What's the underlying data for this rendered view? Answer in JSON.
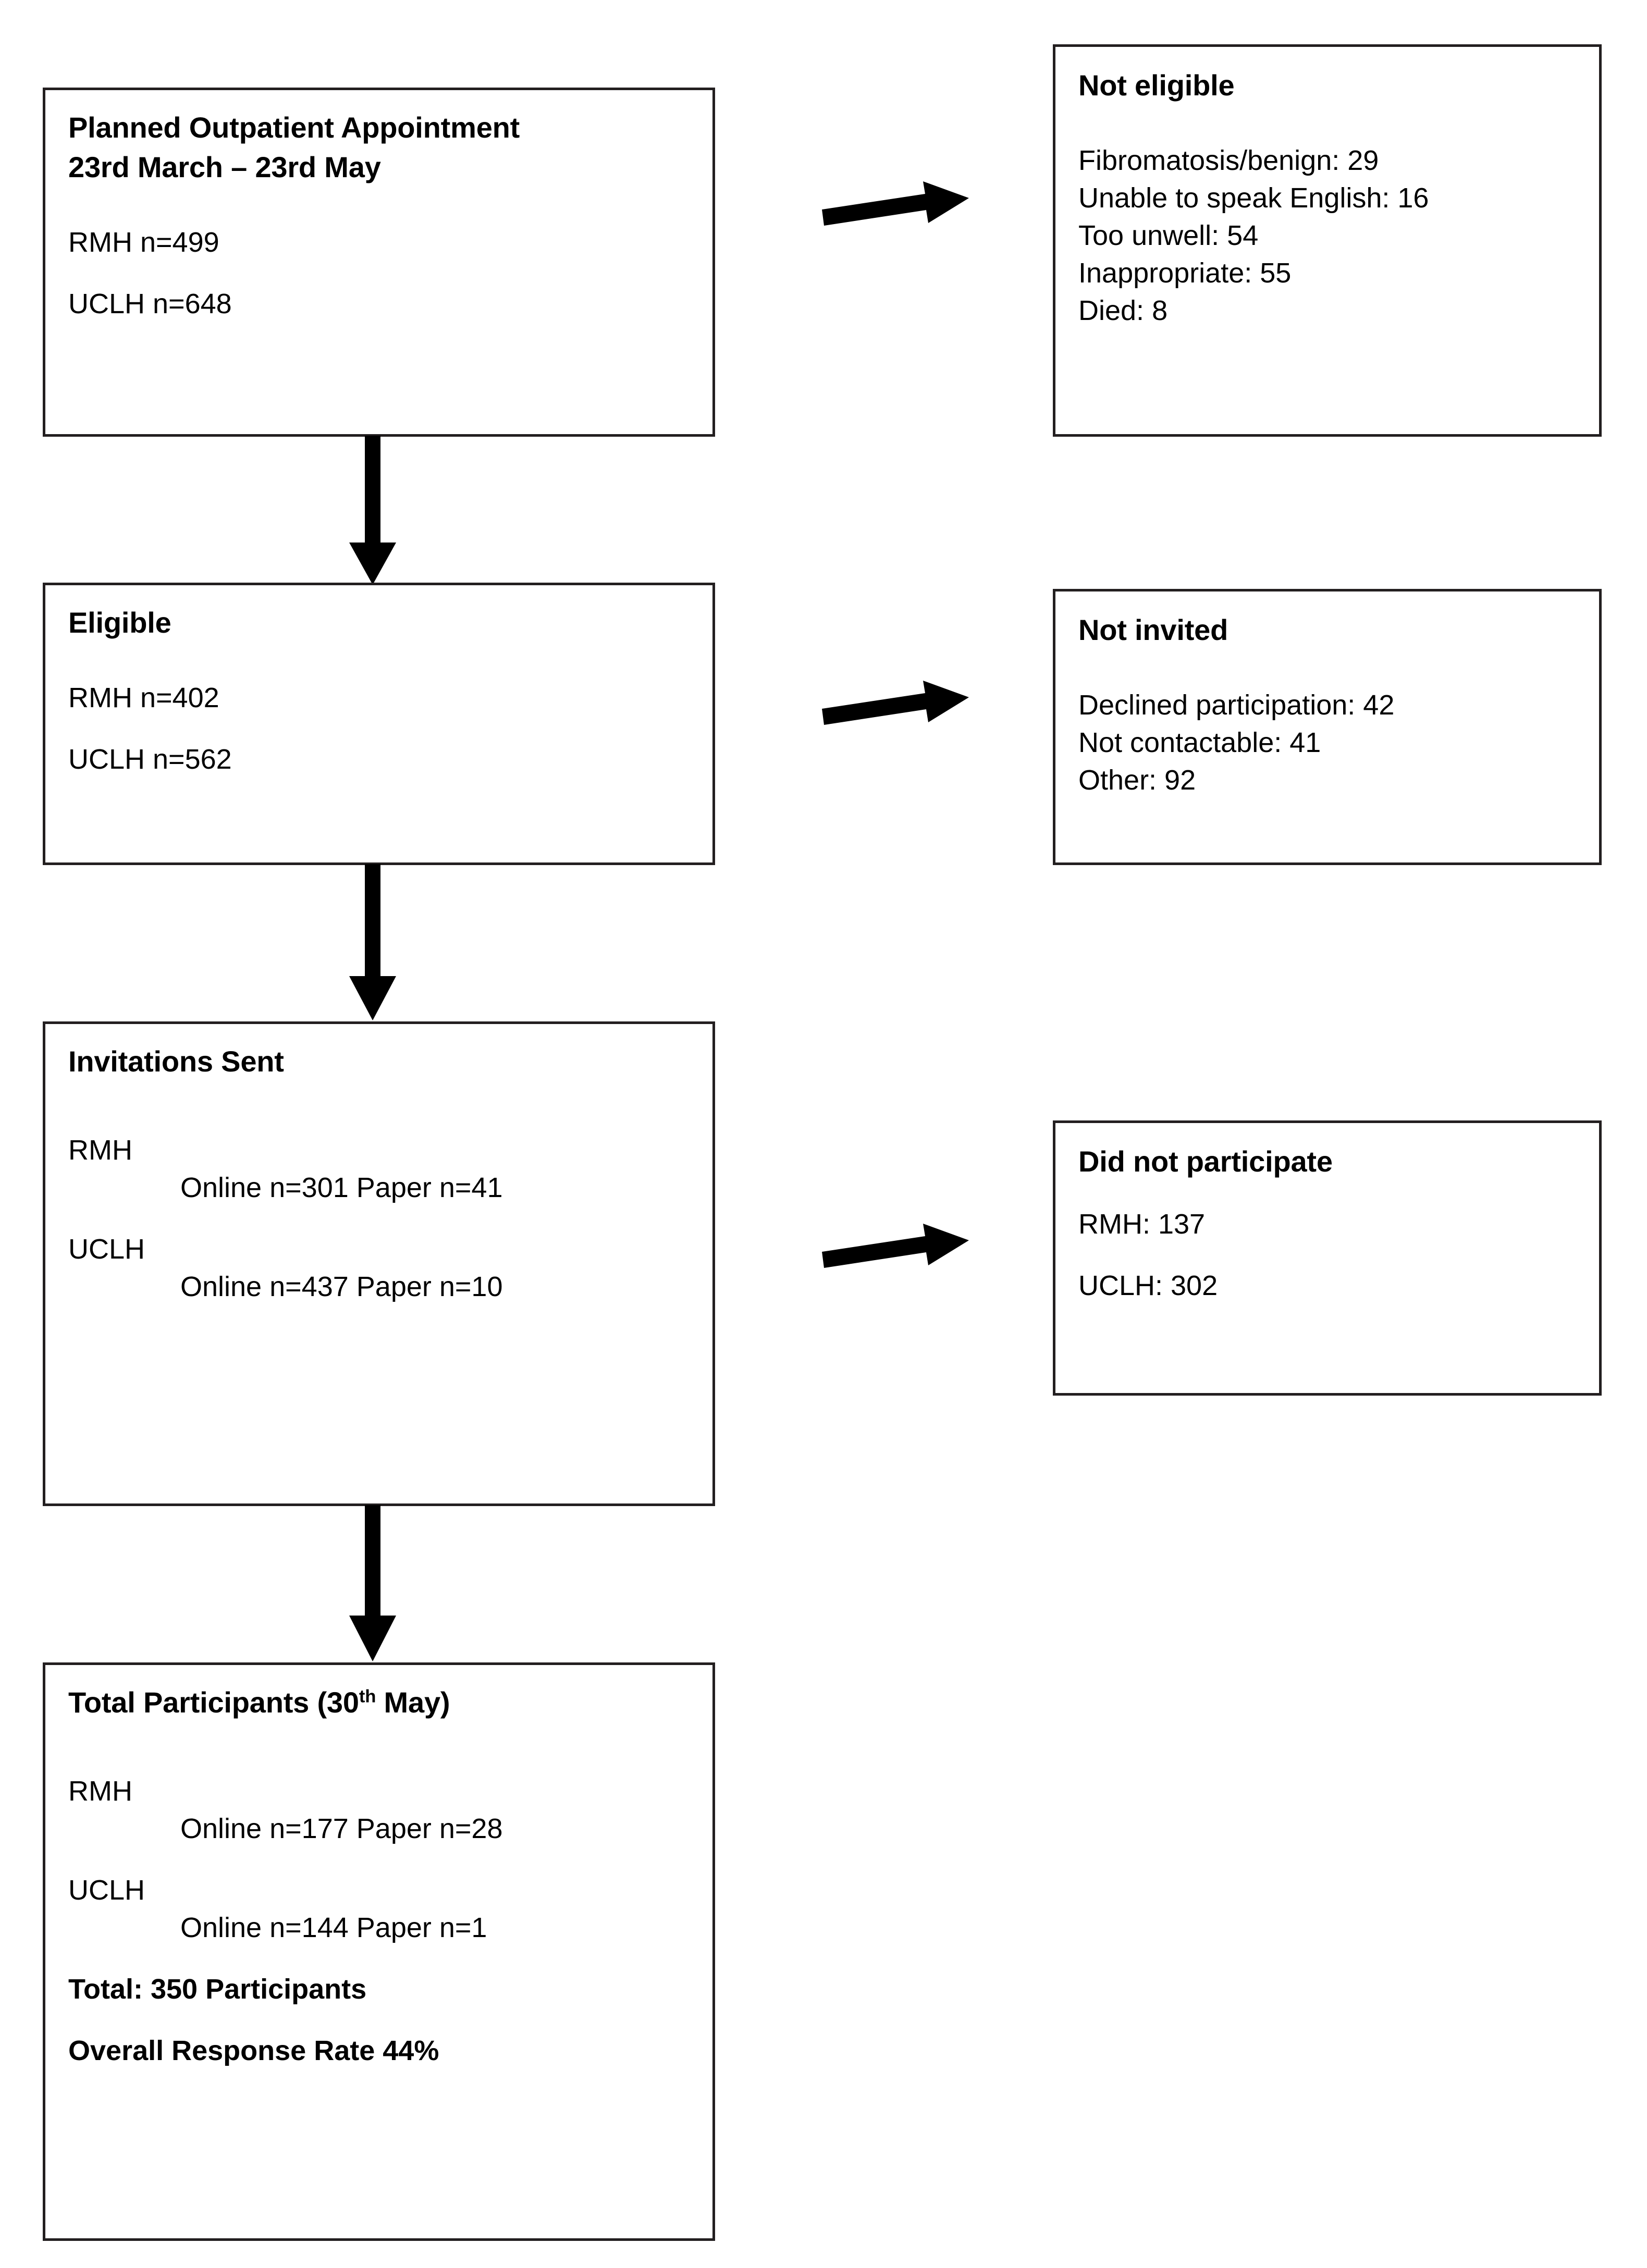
{
  "diagram": {
    "type": "participant-flow-chart",
    "orientation": "vertical",
    "nodes": {
      "planned": {
        "title_line1": "Planned Outpatient Appointment",
        "title_line2": "23rd March – 23rd May",
        "rmh": "RMH n=499",
        "uclh": "UCLH n=648"
      },
      "not_eligible": {
        "title": "Not eligible",
        "reasons": [
          "Fibromatosis/benign: 29",
          "Unable to speak English: 16",
          "Too unwell: 54",
          "Inappropriate: 55",
          "Died: 8"
        ]
      },
      "eligible": {
        "title": "Eligible",
        "rmh": "RMH n=402",
        "uclh": "UCLH n=562"
      },
      "not_invited": {
        "title": "Not invited",
        "reasons": [
          "Declined participation: 42",
          "Not contactable: 41",
          "Other: 92"
        ]
      },
      "invitations_sent": {
        "title": "Invitations Sent",
        "rmh_label": "RMH",
        "rmh_detail": "Online n=301 Paper n=41",
        "uclh_label": "UCLH",
        "uclh_detail": "Online n=437 Paper n=10"
      },
      "did_not_participate": {
        "title": "Did not participate",
        "rmh": "RMH: 137",
        "uclh": "UCLH: 302"
      },
      "total_participants": {
        "title_prefix": "Total Participants (30",
        "title_sup": "th",
        "title_suffix": " May)",
        "rmh_label": "RMH",
        "rmh_detail": "Online n=177 Paper n=28",
        "uclh_label": "UCLH",
        "uclh_detail": "Online n=144 Paper n=1",
        "total": "Total: 350 Participants",
        "response_rate": "Overall Response Rate 44%"
      }
    },
    "edges": [
      {
        "from": "planned",
        "to": "not_eligible",
        "direction": "right"
      },
      {
        "from": "planned",
        "to": "eligible",
        "direction": "down"
      },
      {
        "from": "eligible",
        "to": "not_invited",
        "direction": "right"
      },
      {
        "from": "eligible",
        "to": "invitations_sent",
        "direction": "down"
      },
      {
        "from": "invitations_sent",
        "to": "did_not_participate",
        "direction": "right"
      },
      {
        "from": "invitations_sent",
        "to": "total_participants",
        "direction": "down"
      }
    ],
    "colors": {
      "stroke": "#231f20",
      "background": "#ffffff",
      "text": "#000000"
    }
  }
}
